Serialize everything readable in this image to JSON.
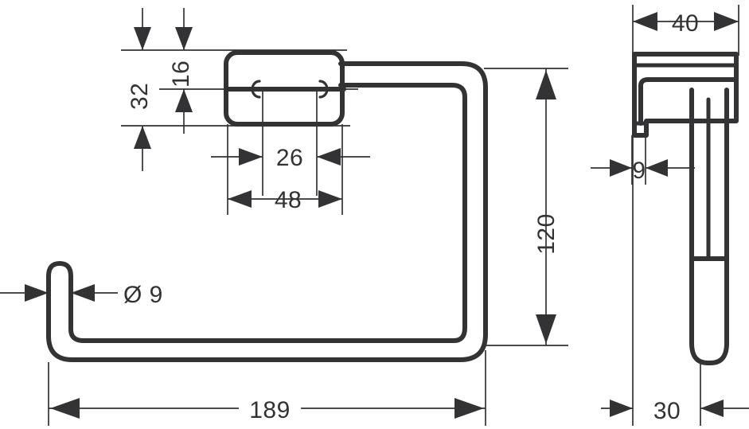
{
  "drawing": {
    "title": "Towel ring technical dimension drawing",
    "units": "mm",
    "line_color": "#333335",
    "background_color": "#ffffff",
    "views": [
      {
        "name": "front-view",
        "position": "left"
      },
      {
        "name": "side-view",
        "position": "right"
      }
    ]
  },
  "dimensions": {
    "front": {
      "plate_height_total": "32",
      "plate_height_upper": "16",
      "hole_spacing": "26",
      "plate_width": "48",
      "tube_diameter": "Ø 9",
      "ring_height": "120",
      "overall_width": "189"
    },
    "side": {
      "plate_width": "40",
      "tube_thickness": "9",
      "projection_depth": "30"
    }
  },
  "labels": {
    "d32": "32",
    "d16": "16",
    "d26": "26",
    "d48": "48",
    "d_diameter": "Ø 9",
    "d120": "120",
    "d189": "189",
    "d40": "40",
    "d9": "9",
    "d30": "30"
  }
}
